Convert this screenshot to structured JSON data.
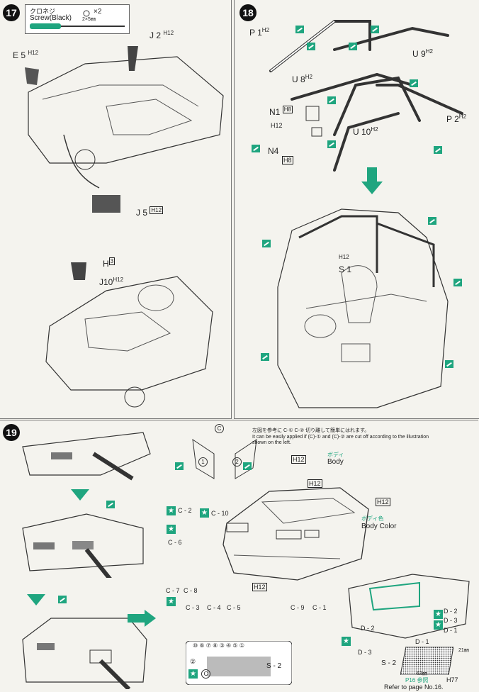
{
  "steps": {
    "s17": "17",
    "s18": "18",
    "s19": "19"
  },
  "screw": {
    "jp": "クロネジ",
    "en": "Screw(Black)",
    "count": "×2",
    "size": "2×5㎜"
  },
  "step17": {
    "e5": "E 5",
    "e5h": "H12",
    "j2": "J 2",
    "j2h": "H12",
    "j5": "J 5",
    "j5h": "H12",
    "h3": "H",
    "h3n": "3",
    "j10": "J10",
    "j10h": "H12"
  },
  "step18": {
    "p1": "P 1",
    "p1h": "H2",
    "u9": "U 9",
    "u9h": "H2",
    "u8": "U 8",
    "u8h": "H2",
    "n1": "N1",
    "n1h": "H8",
    "h12": "H12",
    "n4": "N4",
    "n4h": "H8",
    "u10": "U 10",
    "u10h": "H2",
    "p2": "P 2",
    "p2h": "H2",
    "s1": "S 1",
    "s1h": "H12"
  },
  "step19": {
    "c_mark": "C",
    "c1": "1",
    "c2": "2",
    "note_jp": "左図を参考に C-① C-② 切り離して簡単にはれます。",
    "note_en1": "It can be easily applied if (C)-① and (C)-② are cut off according to the illustration",
    "note_en2": "shown on the left.",
    "body_jp": "ボディ",
    "body_en": "Body",
    "body_h": "H12",
    "body_h2": "H12",
    "bodycolor_jp": "ボディ色",
    "bodycolor_en": "Body Color",
    "h12a": "H12",
    "h12b": "H12",
    "c_2": "C - 2",
    "c_10": "C - 10",
    "c_6": "C - 6",
    "c_7": "C - 7",
    "c_8": "C - 8",
    "c_3": "C - 3",
    "c_4": "C - 4",
    "c_5": "C - 5",
    "c_9": "C - 9",
    "c_1": "C - 1",
    "d_2a": "D - 2",
    "d_3a": "D - 3",
    "d_1a": "D - 1",
    "d_2b": "D - 2",
    "d_1b": "D - 1",
    "d_3b": "D - 3",
    "s2": "S - 2",
    "s2b": "S - 2",
    "dim_w": "63㎜",
    "dim_h": "21㎜",
    "p16jp": "P16 参照",
    "h77": "H77",
    "refer": "Refer to page No.16.",
    "sheet_top": "⑩ ⑥ ⑦ ⑧          ③ ④ ⑤ ①",
    "sheet_left": "②",
    "sheet_c": "C"
  },
  "colors": {
    "accent": "#1fa57f",
    "ink": "#222222",
    "paper": "#f4f3ee"
  }
}
